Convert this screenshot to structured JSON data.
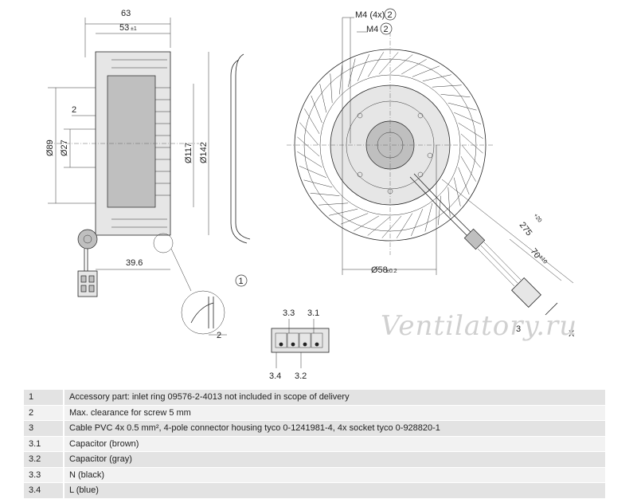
{
  "side_view": {
    "dims": {
      "overall_depth": "63",
      "depth_53": "53",
      "depth_53_tol": "±1",
      "clearance_2": "2",
      "dia_89": "Ø89",
      "dia_27": "Ø27",
      "dia_117": "Ø117",
      "dia_142": "Ø142",
      "offset_39_6": "39.6"
    }
  },
  "detail_view": {
    "dims": {
      "gap_2": "2"
    }
  },
  "front_view": {
    "dims": {
      "screw_m4x4": "M4 (4x)",
      "screw_m4": "M4",
      "dia_58": "Ø58",
      "dia_58_tol": "±0.2",
      "cable_275": "275",
      "cable_275_tol": "+20",
      "cable_70": "70",
      "cable_70_tol": "±10",
      "view_x": "X"
    }
  },
  "callouts": {
    "c1": "1",
    "c2a": "2",
    "c2b": "2",
    "c3": "3"
  },
  "connector": {
    "pin_3_3": "3.3",
    "pin_3_1": "3.1",
    "pin_3_4": "3.4",
    "pin_3_2": "3.2"
  },
  "watermark": "Ventilatory.ru",
  "legend": [
    {
      "key": "1",
      "text": "Accessory part: inlet ring 09576-2-4013 not included in scope of delivery"
    },
    {
      "key": "2",
      "text": "Max. clearance for screw 5 mm"
    },
    {
      "key": "3",
      "text": "Cable PVC 4x 0.5 mm², 4-pole connector housing tyco 0-1241981-4, 4x socket tyco 0-928820-1"
    },
    {
      "key": "3.1",
      "text": "Capacitor (brown)"
    },
    {
      "key": "3.2",
      "text": "Capacitor (gray)"
    },
    {
      "key": "3.3",
      "text": "N (black)"
    },
    {
      "key": "3.4",
      "text": "L (blue)"
    }
  ]
}
